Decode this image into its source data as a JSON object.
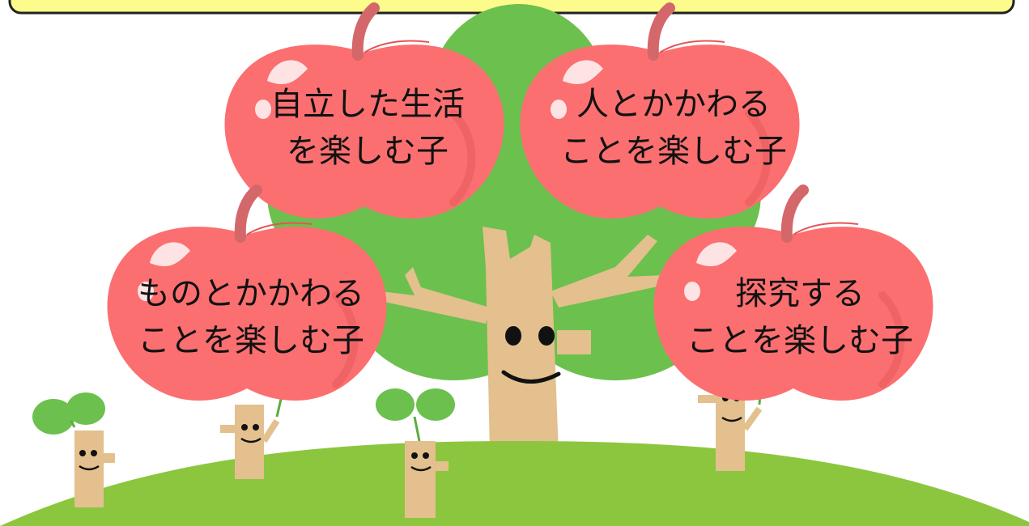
{
  "apples": [
    {
      "id": "jiritsu",
      "line1": "自立した生活",
      "line2": "を楽しむ子"
    },
    {
      "id": "hito",
      "line1": "人とかかわる",
      "line2": "ことを楽しむ子"
    },
    {
      "id": "mono",
      "line1": "ものとかかわる",
      "line2": "ことを楽しむ子"
    },
    {
      "id": "tankyu",
      "line1": "探究する",
      "line2": "ことを楽しむ子"
    }
  ],
  "colors": {
    "apple": "#fb6f70",
    "apple_shade": "#e35558",
    "stem": "#d4676a",
    "foliage": "#6cc04e",
    "foliage_dark": "#5aad3f",
    "trunk": "#e3c08d",
    "grass": "#8cc63f",
    "banner_fill": "#fdfb8c",
    "banner_border": "#222222"
  }
}
